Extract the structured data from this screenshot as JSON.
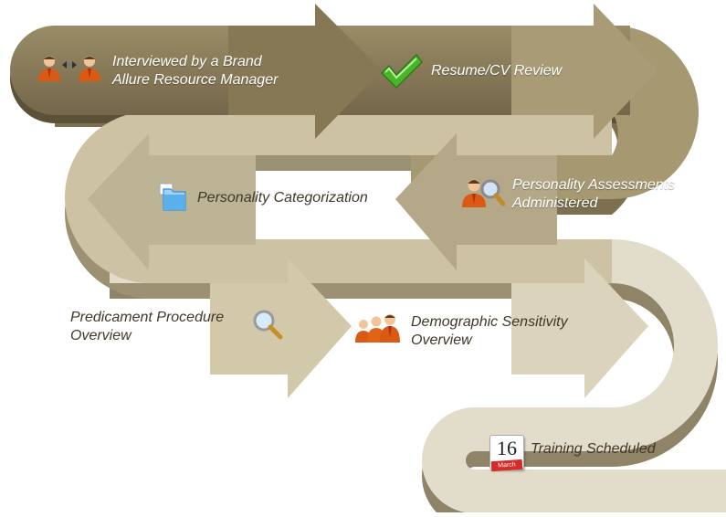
{
  "colors": {
    "band_1": "#837552",
    "band_2": "#A59770",
    "band_3": "#C7BC9C",
    "band_4": "#D8D0B9",
    "band_5": "#E5DFCE",
    "text_light": "#FFFFFF",
    "text_dark": "#403828",
    "checkmark": "#49B62A"
  },
  "steps": [
    {
      "lines": [
        "Interviewed by a Brand",
        "Allure Resource Manager"
      ],
      "icon": "people-exchange-icon"
    },
    {
      "lines": [
        "Resume/CV Review"
      ],
      "icon": "checkmark-icon"
    },
    {
      "lines": [
        "Personality Assessments",
        "Administered"
      ],
      "icon": "person-magnifier-icon"
    },
    {
      "lines": [
        "Personality Categorization"
      ],
      "icon": "folder-icon"
    },
    {
      "lines": [
        "Predicament Procedure",
        "Overview"
      ],
      "icon": "magnifier-icon"
    },
    {
      "lines": [
        "Demographic Sensitivity",
        "Overview"
      ],
      "icon": "group-icon"
    },
    {
      "lines": [
        "Training Scheduled"
      ],
      "icon": "calendar-icon"
    }
  ],
  "calendar": {
    "day": "16",
    "month": "March"
  }
}
